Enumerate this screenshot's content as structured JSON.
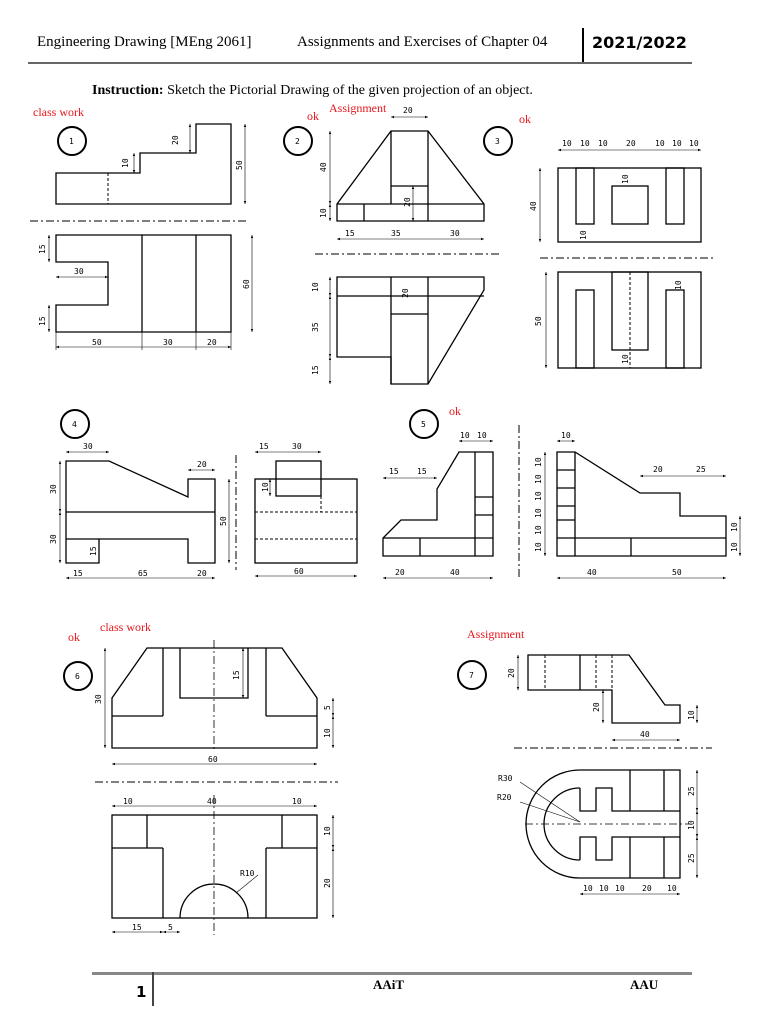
{
  "header": {
    "course": "Engineering Drawing [MEng 2061]",
    "chapter": "Assignments and Exercises of Chapter 04",
    "year": "2021/2022"
  },
  "instruction": {
    "label": "Instruction:",
    "text": " Sketch the Pictorial Drawing of the given projection of an object."
  },
  "notes": {
    "n1_class": "class work",
    "n2_ok": "ok",
    "n2_assign": "Assignment",
    "n3_ok": "ok",
    "n5_ok": "ok",
    "n6_class": "class work",
    "n6_ok": "ok",
    "n7_assign": "Assignment"
  },
  "problems": {
    "p1": "1",
    "p2": "2",
    "p3": "3",
    "p4": "4",
    "p5": "5",
    "p6": "6",
    "p7": "7"
  },
  "dims": {
    "p1": {
      "d20": "20",
      "d10": "10",
      "d50v": "50",
      "d15a": "15",
      "d30": "30",
      "d60": "60",
      "d15b": "15",
      "d50": "50",
      "d30b": "30",
      "d20b": "20"
    },
    "p2": {
      "top20": "20",
      "d40": "40",
      "d20m": "20",
      "d10": "10",
      "d15": "15",
      "d35": "35",
      "d30": "30",
      "t10": "10",
      "t20": "20",
      "t35": "35",
      "t15": "15"
    },
    "p3": {
      "a": "10",
      "b": "10",
      "c": "10",
      "d": "20",
      "e": "10",
      "f": "10",
      "g": "10",
      "v40": "40",
      "v10a": "10",
      "v10b": "10",
      "v50": "50",
      "v10c": "10",
      "v10d": "10"
    },
    "p4": {
      "t30": "30",
      "t20": "20",
      "v30a": "30",
      "v30b": "30",
      "v15": "15",
      "b15": "15",
      "b65": "65",
      "b20": "20",
      "s15": "15",
      "s30": "30",
      "s10": "10",
      "s50": "50",
      "s60": "60"
    },
    "p5": {
      "t10a": "10",
      "t10b": "10",
      "t15a": "15",
      "t15b": "15",
      "b20": "20",
      "b40": "40",
      "r10": "10",
      "r20": "20",
      "r25": "25",
      "v10": [
        "10",
        "10",
        "10",
        "10",
        "10",
        "10"
      ],
      "rv10a": "10",
      "rv10b": "10",
      "rb40": "40",
      "rb50": "50"
    },
    "p6": {
      "v30": "30",
      "v15": "15",
      "v5": "5",
      "v10": "10",
      "b60": "60",
      "t10a": "10",
      "t40": "40",
      "t10b": "10",
      "r10": "R10",
      "s10": "10",
      "s20": "20",
      "b15": "15",
      "b5": "5"
    },
    "p7": {
      "v20": "20",
      "v20b": "20",
      "v10": "10",
      "b40": "40",
      "r30": "R30",
      "r20": "R20",
      "v25a": "25",
      "v10b": "10",
      "v25b": "25",
      "b": [
        "10",
        "10",
        "10",
        "20",
        "10"
      ]
    }
  }
}
